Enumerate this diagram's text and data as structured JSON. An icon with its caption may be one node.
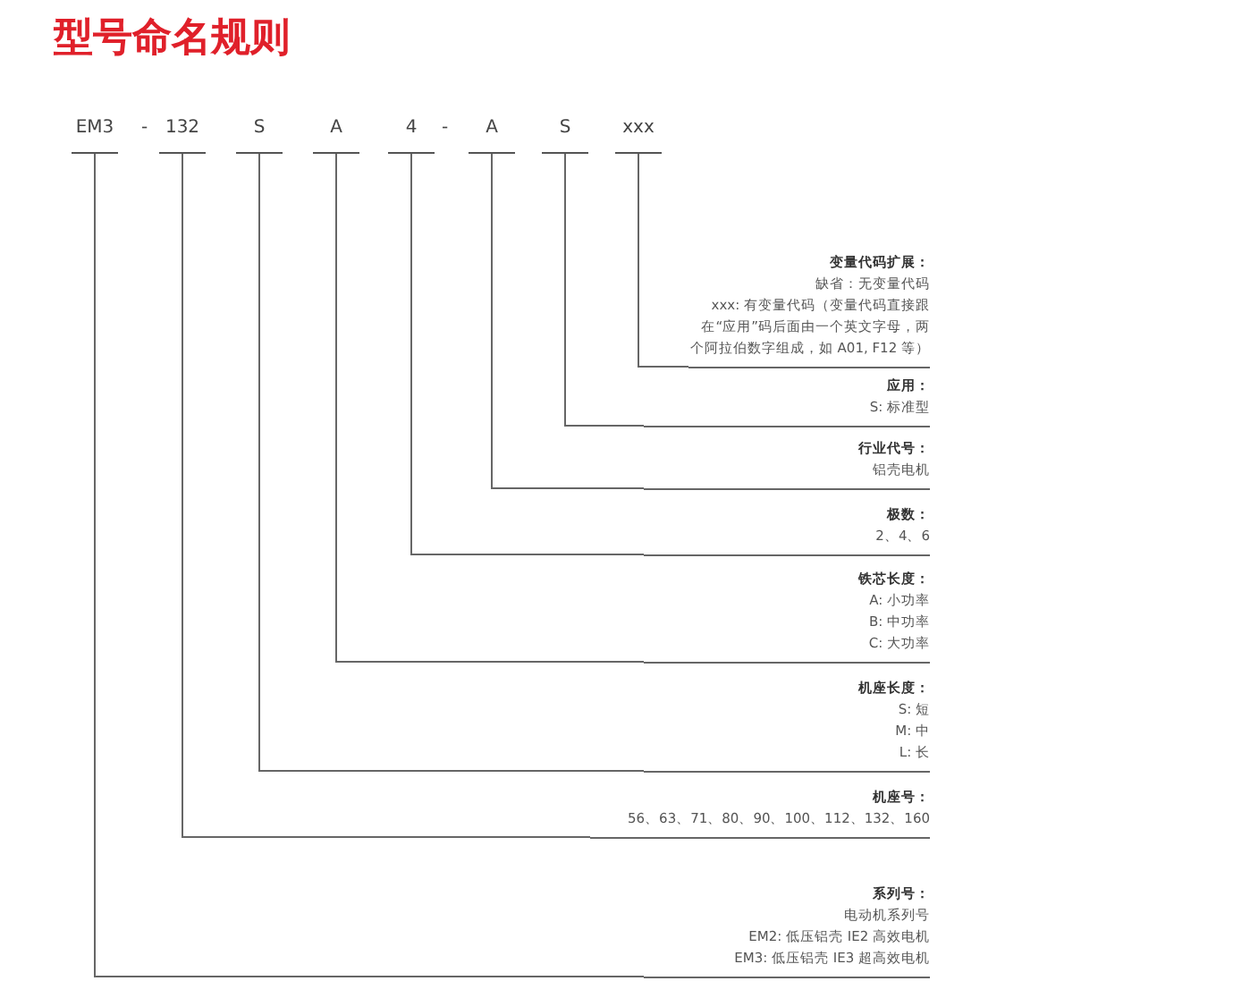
{
  "diagram": {
    "title": "型号命名规则",
    "nodes": [
      {
        "text": [
          "EM3"
        ]
      },
      {
        "text": [
          "132"
        ]
      },
      {
        "text": [
          "S"
        ]
      },
      {
        "text": [
          "A"
        ]
      },
      {
        "text": [
          "4"
        ]
      },
      {
        "text": [
          "A"
        ]
      },
      {
        "text": [
          "S"
        ]
      },
      {
        "text": [
          "xxx"
        ]
      },
      {
        "text": [
          "变量代码扩展：",
          "缺省：无变量代码",
          "xxx: 有变量代码（变量代码直接跟在“应用”码后面由一个英文字母，两个阿拉伯数字组成，如 A01, F12 等）"
        ]
      },
      {
        "text": [
          "应用：",
          "S: 标准型"
        ]
      },
      {
        "text": [
          "行业代号：",
          "铝壳电机"
        ]
      },
      {
        "text": [
          "极数：",
          "2、4、6"
        ]
      },
      {
        "text": [
          "铁芯长度：",
          "A: 小功率",
          "B: 中功率",
          "C: 大功率"
        ]
      },
      {
        "text": [
          "机座长度：",
          "S: 短",
          "M: 中",
          "L: 长"
        ]
      },
      {
        "text": [
          "机座号：",
          "56、63、71、80、90、100、112、132、160"
        ]
      },
      {
        "text": [
          "系列号：",
          "电动机系列号",
          "EM2: 低压铝壳 IE2 高效电机",
          "EM3: 低压铝壳 IE3 超高效电机"
        ]
      }
    ],
    "edges": [
      {
        "from": 7,
        "to": 8,
        "arrow": "none"
      },
      {
        "from": 6,
        "to": 9,
        "arrow": "none"
      },
      {
        "from": 5,
        "to": 10,
        "arrow": "none"
      },
      {
        "from": 4,
        "to": 11,
        "arrow": "none"
      },
      {
        "from": 3,
        "to": 12,
        "arrow": "none"
      },
      {
        "from": 2,
        "to": 13,
        "arrow": "none"
      },
      {
        "from": 1,
        "to": 14,
        "arrow": "none"
      },
      {
        "from": 0,
        "to": 15,
        "arrow": "none"
      }
    ],
    "labels": [
      "-",
      "-"
    ]
  }
}
